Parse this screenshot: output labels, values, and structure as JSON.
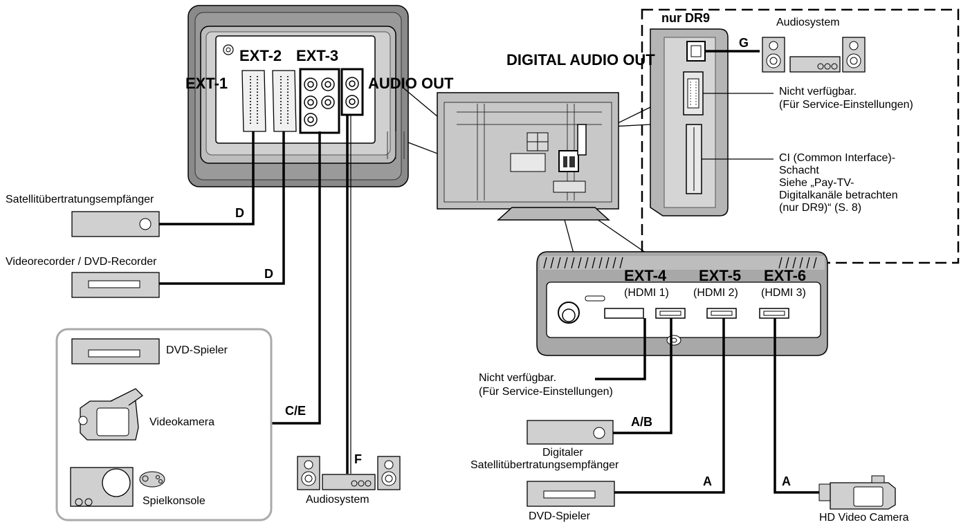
{
  "panel_labels": {
    "ext1": "EXT-1",
    "ext2": "EXT-2",
    "ext3": "EXT-3",
    "audio_out": "AUDIO OUT",
    "digital_audio_out": "DIGITAL AUDIO OUT",
    "nur_dr9": "nur DR9"
  },
  "side_panel": {
    "audiosystem": "Audiosystem",
    "g": "G",
    "nicht_verfuegbar_1": "Nicht verfügbar.",
    "service_1": "(Für Service-Einstellungen)",
    "ci_1": "CI (Common Interface)-",
    "ci_2": "Schacht",
    "ci_3": "Siehe „Pay-TV-",
    "ci_4": "Digitalkanäle betrachten",
    "ci_5": "(nur DR9)“ (S. 8)"
  },
  "hdmi_panel": {
    "ext4": "EXT-4",
    "ext5": "EXT-5",
    "ext6": "EXT-6",
    "hdmi1": "(HDMI 1)",
    "hdmi2": "(HDMI 2)",
    "hdmi3": "(HDMI 3)",
    "nicht_verfuegbar": "Nicht verfügbar.",
    "service": "(Für Service-Einstellungen)"
  },
  "left_devices": {
    "sat_receiver": "Satellitübertratungsempfänger",
    "video_recorder": "Videorecorder / DVD-Recorder",
    "d1": "D",
    "d2": "D",
    "ce": "C/E",
    "f": "F",
    "dvd_player": "DVD-Spieler",
    "videocamera": "Videokamera",
    "game_console": "Spielkonsole",
    "audiosystem": "Audiosystem"
  },
  "right_devices": {
    "ab": "A/B",
    "digital_sat_1": "Digitaler",
    "digital_sat_2": "Satellitübertratungsempfänger",
    "a1": "A",
    "dvd_player": "DVD-Spieler",
    "a2": "A",
    "hd_camera": "HD Video Camera"
  }
}
